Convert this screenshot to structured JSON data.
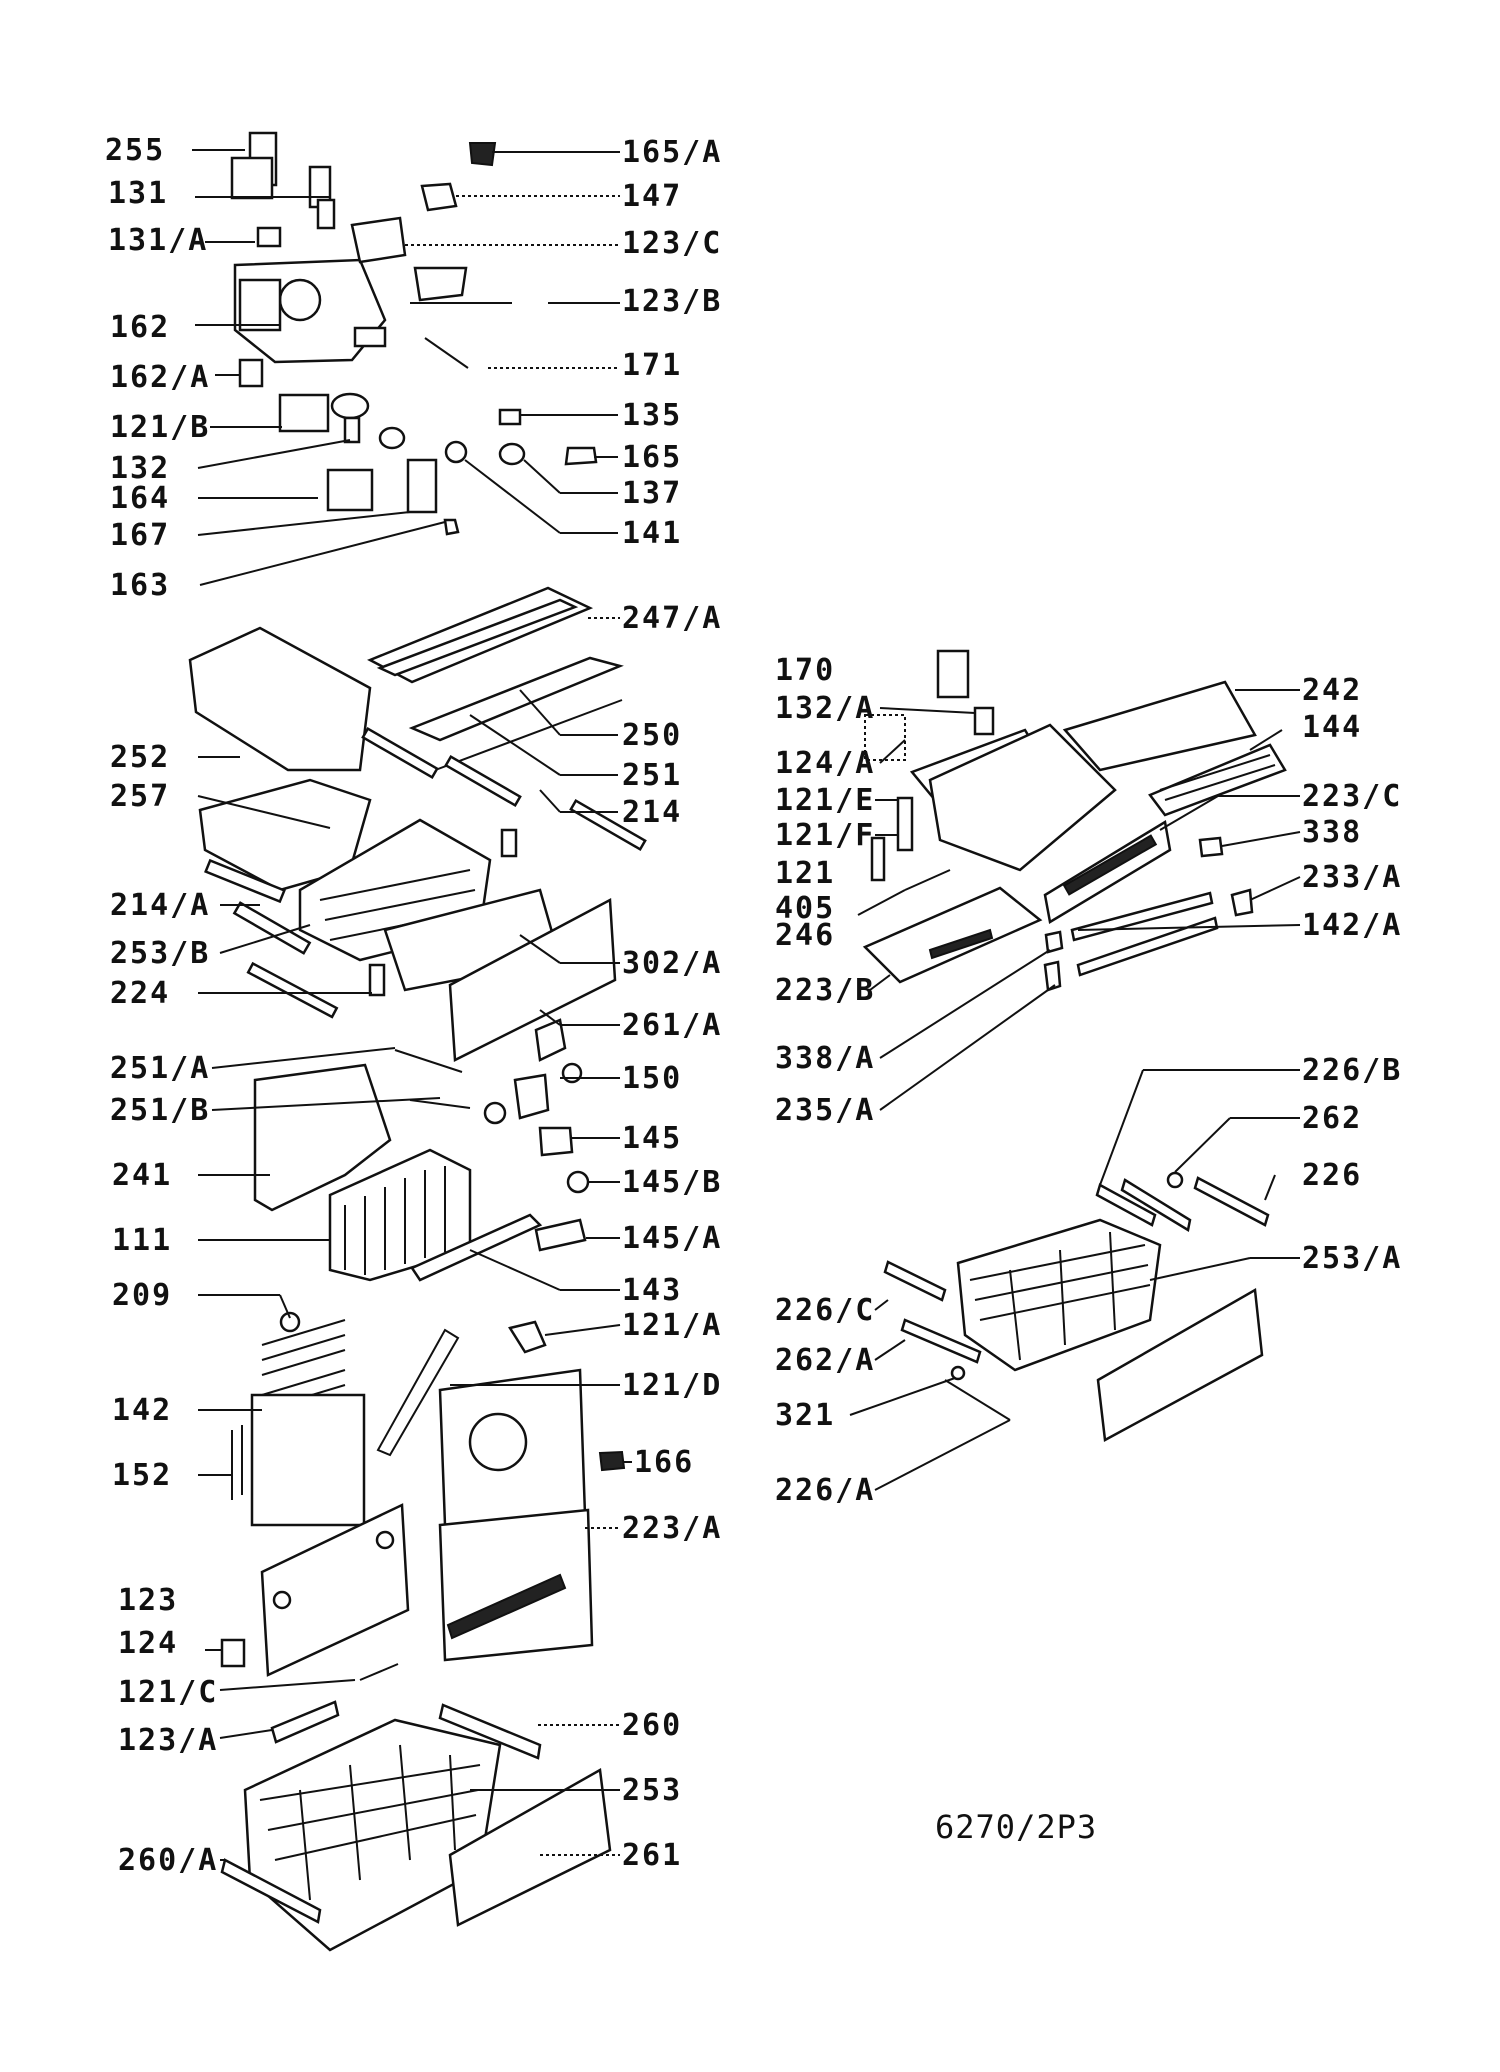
{
  "drawing_code": "6270/2P3",
  "labels_left": {
    "l255": "255",
    "l131": "131",
    "l131a": "131/A",
    "l162": "162",
    "l162a": "162/A",
    "l121b": "121/B",
    "l132": "132",
    "l164": "164",
    "l167": "167",
    "l163": "163",
    "l252": "252",
    "l257": "257",
    "l214a": "214/A",
    "l253b": "253/B",
    "l224": "224",
    "l251a": "251/A",
    "l251b": "251/B",
    "l241": "241",
    "l111": "111",
    "l209": "209",
    "l142": "142",
    "l152": "152",
    "l123": "123",
    "l124": "124",
    "l121c": "121/C",
    "l123a": "123/A",
    "l260a": "260/A"
  },
  "labels_center": {
    "l165a": "165/A",
    "l147": "147",
    "l123c": "123/C",
    "l123b": "123/B",
    "l171": "171",
    "l135": "135",
    "l165": "165",
    "l137": "137",
    "l141": "141",
    "l247a": "247/A",
    "l250": "250",
    "l251": "251",
    "l214": "214",
    "l302a": "302/A",
    "l261a": "261/A",
    "l150": "150",
    "l145": "145",
    "l145b": "145/B",
    "l145a": "145/A",
    "l143": "143",
    "l121a": "121/A",
    "l121d": "121/D",
    "l166": "166",
    "l223a": "223/A",
    "l260": "260",
    "l253": "253",
    "l261": "261"
  },
  "labels_right": {
    "l170": "170",
    "l132a": "132/A",
    "l124a": "124/A",
    "l121e": "121/E",
    "l121f": "121/F",
    "l121": "121",
    "l405": "405",
    "l246": "246",
    "l223b": "223/B",
    "l338a": "338/A",
    "l235a": "235/A",
    "l242": "242",
    "l144": "144",
    "l223c": "223/C",
    "l338": "338",
    "l233a": "233/A",
    "l142a": "142/A",
    "l226b": "226/B",
    "l262": "262",
    "l226": "226",
    "l253a": "253/A",
    "l226c": "226/C",
    "l262a": "262/A",
    "l321": "321",
    "l226a": "226/A"
  }
}
